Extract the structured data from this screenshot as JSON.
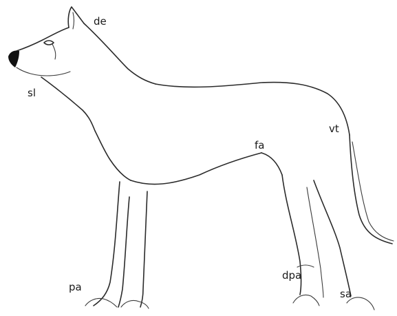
{
  "labels": {
    "de": "de",
    "sl": "sl",
    "fa": "fa",
    "vt": "vt",
    "pa": "pa",
    "dpa": "dpa",
    "sa": "sa"
  },
  "colors": {
    "outline": "#2a2a2a",
    "nose": "#111111",
    "background": "#ffffff"
  }
}
